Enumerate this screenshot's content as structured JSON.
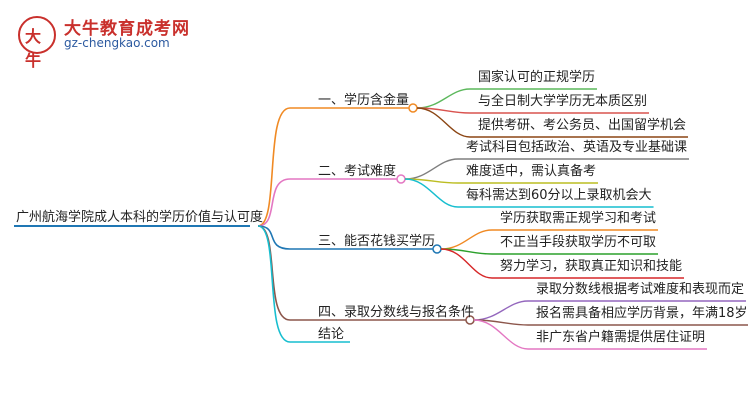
{
  "logo": {
    "mark": "大牛",
    "title": "大牛教育成考网",
    "url": "gz-chengkao.com"
  },
  "root": "广州航海学院成人本科的学历价值与认可度",
  "branches": [
    {
      "label": "一、学历含金量",
      "color": "#f08a24",
      "children": [
        {
          "label": "国家认可的正规学历",
          "color": "#5cb85c"
        },
        {
          "label": "与全日制大学学历无本质区别",
          "color": "#d9534f"
        },
        {
          "label": "提供考研、考公务员、出国留学机会",
          "color": "#8b4513"
        }
      ]
    },
    {
      "label": "二、考试难度",
      "color": "#e377c2",
      "children": [
        {
          "label": "考试科目包括政治、英语及专业基础课",
          "color": "#7f7f7f"
        },
        {
          "label": "难度适中，需认真备考",
          "color": "#bcbd22"
        },
        {
          "label": "每科需达到60分以上录取机会大",
          "color": "#17becf"
        }
      ]
    },
    {
      "label": "三、能否花钱买学历",
      "color": "#1f77b4",
      "children": [
        {
          "label": "学历获取需正规学习和考试",
          "color": "#f08a24"
        },
        {
          "label": "不正当手段获取学历不可取",
          "color": "#2ca02c"
        },
        {
          "label": "努力学习，获取真正知识和技能",
          "color": "#d62728"
        }
      ]
    },
    {
      "label": "四、录取分数线与报名条件",
      "color": "#8c564b",
      "children": [
        {
          "label": "录取分数线根据考试难度和表现而定",
          "color": "#9467bd"
        },
        {
          "label": "报名需具备相应学历背景，年满18岁",
          "color": "#8c564b"
        },
        {
          "label": "非广东省户籍需提供居住证明",
          "color": "#e377c2"
        }
      ]
    },
    {
      "label": "结论",
      "color": "#17becf",
      "children": []
    }
  ]
}
